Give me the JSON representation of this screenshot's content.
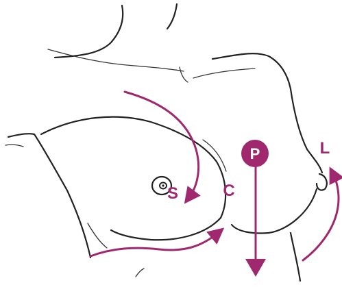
{
  "colors": {
    "accent": "#a0286e",
    "ink": "#222222",
    "background": "#ffffff"
  },
  "labels": {
    "superior": "S",
    "central": "C",
    "posterior": "P",
    "lateral": "L"
  }
}
